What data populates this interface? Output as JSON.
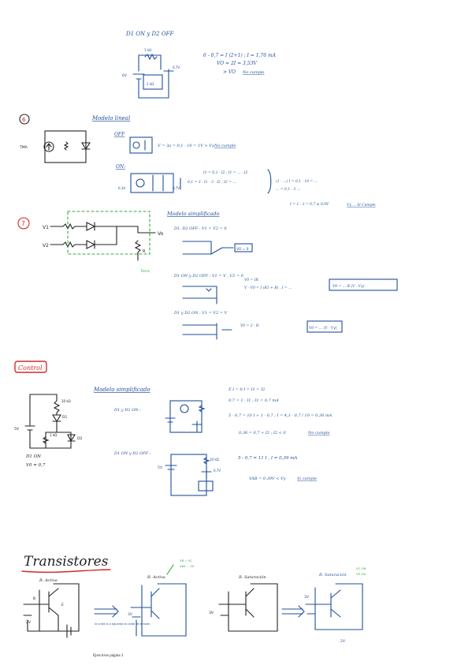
{
  "sections": {
    "top": {
      "heading": "D1 ON y D2 OFF",
      "eq1": "6 - 0,7 = I (2+1) ; I = 1,76 mA",
      "eq2": "VO = 2I = 3,53V",
      "eq3": "> VO",
      "eq3_tag": "No cumple",
      "labels": {
        "r1": "1 kΩ",
        "src": "6V",
        "drop": "0,7V",
        "r2": "2 kΩ"
      }
    },
    "p6": {
      "number": "6",
      "heading": "Modelo lineal",
      "off": "OFF",
      "off_eq": "V = 3a = 0,1 · 10 = 1V > Vγ",
      "off_tag": "No cumple",
      "on": "ON:",
      "on_eq1": "I1 = 0,1 · I2 ; I1 = ... - I2",
      "on_eq2": "0,1 = 3 · I1 - 3 · I2 ; I2 = ...",
      "on_eq3": "(1 - ...) I = 0,1 · 10 = ...",
      "on_eq4": "... = 0,1 · 3 ...",
      "on_eq5": "I = 1 · 3 = 0,7 ≥ 0,9V",
      "on_tag": "Vγ ... Sí Cumple",
      "src_label": "TMA",
      "l1": "0,1A",
      "l2": "0,7V"
    },
    "p7": {
      "number": "7",
      "heading": "Modelo simplificado",
      "case1": "D1, D2 OFF : V1 = V2 = 0",
      "case2": "D1 ON y D2 OFF : V1 = V , V2 = 0",
      "case2_eq": "V0 = IR",
      "case2_eq2": "V - V0 = I (R1 + R) , I = ...",
      "case2_box": "V0 = ... R (V - Vγ)",
      "case3": "D1 y D2 ON : V1 = V2 = V",
      "case3_eq": "V0 = 2 · R",
      "case3_box": "V0 = ... (V - Vγ)",
      "v1": "V1",
      "v2": "V2",
      "vo": "Vo",
      "r": "R",
      "box_zero": "V0 = 0",
      "gnd": "Tierra"
    },
    "control": {
      "stamp": "Control",
      "heading": "Modelo simplificado",
      "cond": "Σ I = 0   I = I1 = I2",
      "case1": "D1 y D2 ON :",
      "step1": "0,7 = 1 · I1 ; I1 = 0,7 mA",
      "step2": "5 - 0,7 = 10 I + 1 · 0,7 ; I = 4,3 - 0,7 / 10 = 0,36 mA",
      "step2b": "0,36 = 0,7 + I2 ; I2 < 0",
      "step2_tag": "No cumple",
      "case2": "D1 ON y D2 OFF :",
      "step3": "5 - 0,7 = 11 I , I = 0,39 mA",
      "step4": "VAB = 0,39V < Vγ",
      "step4_tag": "Sí cumple",
      "left_r1": "10 kΩ",
      "left_src": "5V",
      "left_r2": "1 kΩ",
      "left_d1": "D1",
      "left_d2": "D2",
      "note1": "D1 ON",
      "note2": "V0 = 0,7",
      "m_r": "10 kΩ",
      "m_drop": "0,7V",
      "m_src": "5V"
    },
    "trans": {
      "title": "Transistores",
      "c1": "R. Activa",
      "c2": "R. Activa",
      "c3": "R. Saturación",
      "c4": "R. Saturación",
      "note_b": "la unión b-e aguanta la caída de tensión",
      "tag_top": "VB = VC",
      "tag_top2": "Vbe ... 0V",
      "tag_right": "VC ON",
      "tag_right2": "VE ON",
      "v2": "2V",
      "v3": "3V",
      "v3b": "3V",
      "v2b": "2V",
      "b": "B",
      "e": "E"
    }
  },
  "footer": "Ejercicios página 3"
}
